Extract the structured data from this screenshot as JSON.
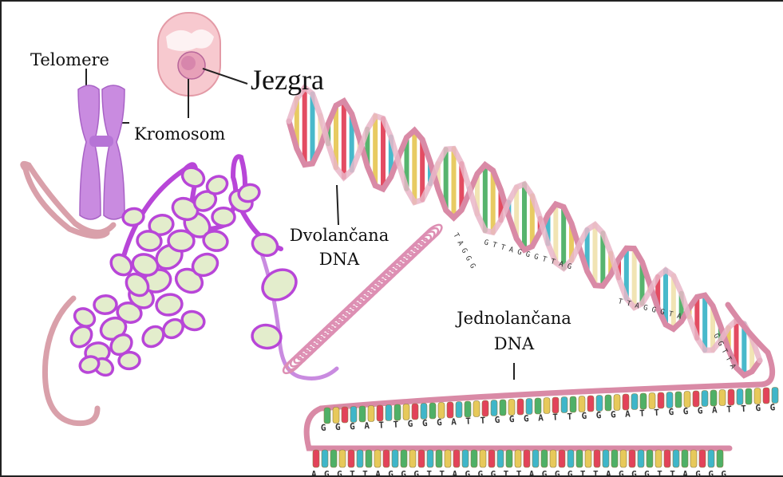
{
  "labels": {
    "telomere": "Telomere",
    "jezgra": "Jezgra",
    "kromosom": "Kromosom",
    "dvolancana_line1": "Dvolančana",
    "dvolancana_line2": "DNA",
    "jednolancana_line1": "Jednolančana",
    "jednolancana_line2": "DNA"
  },
  "sequences": {
    "helix_bases_1": "T A G G G",
    "helix_bases_2": "G T T A G G G T T A G",
    "helix_bases_3": "T T A G G G T A",
    "loop_right_bases": "G G T T A",
    "top_strand": "G G G A T T G G G A T T G G G A T T G G G A T T G G G A T T G G",
    "bottom_strand": "A G G T T A G G G T T A G G G T T A G G G T T A G G G T T A G G G"
  },
  "colors": {
    "backbone": "#d98aa6",
    "chromosome": "#c98be0",
    "nucleosome_fill": "#e3edcc",
    "nucleosome_ring": "#b846d8",
    "base_green": "#4fb067",
    "base_yellow": "#e7c95a",
    "base_red": "#e2435a",
    "base_cyan": "#3fb6c9",
    "base_cream": "#f1e3b0"
  }
}
